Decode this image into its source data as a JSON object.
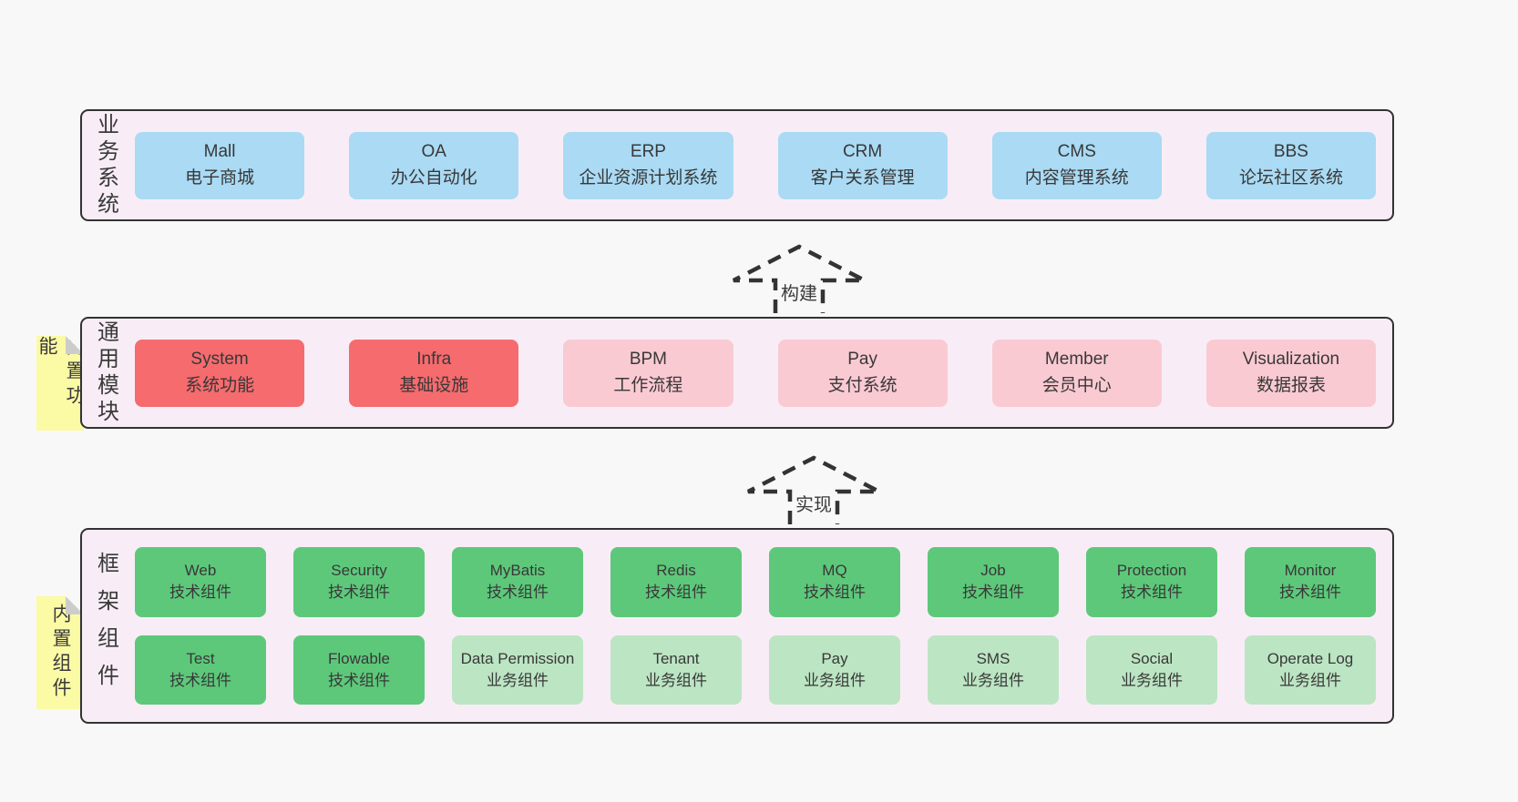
{
  "page": {
    "background": "#f8f8f8"
  },
  "colors": {
    "panel_bg": "#f8edf6",
    "panel_border": "#323232",
    "blue": "#aadaf4",
    "red": "#f56b6e",
    "pink": "#facad3",
    "green": "#5dc87a",
    "light_green": "#bce5c3",
    "note_yellow": "#fbfaa5",
    "fold_gray": "#cccccc",
    "text": "#3a3a3a"
  },
  "arrows": [
    {
      "label": "构建"
    },
    {
      "label": "实现"
    }
  ],
  "layers": [
    {
      "label": "业务系统",
      "boxes": [
        {
          "name": "Mall",
          "desc": "电子商城",
          "variant": "blue"
        },
        {
          "name": "OA",
          "desc": "办公自动化",
          "variant": "blue"
        },
        {
          "name": "ERP",
          "desc": "企业资源计划系统",
          "variant": "blue"
        },
        {
          "name": "CRM",
          "desc": "客户关系管理",
          "variant": "blue"
        },
        {
          "name": "CMS",
          "desc": "内容管理系统",
          "variant": "blue"
        },
        {
          "name": "BBS",
          "desc": "论坛社区系统",
          "variant": "blue"
        }
      ]
    },
    {
      "label": "通用模块",
      "note": "内置功能",
      "boxes": [
        {
          "name": "System",
          "desc": "系统功能",
          "variant": "red"
        },
        {
          "name": "Infra",
          "desc": "基础设施",
          "variant": "red"
        },
        {
          "name": "BPM",
          "desc": "工作流程",
          "variant": "pink"
        },
        {
          "name": "Pay",
          "desc": "支付系统",
          "variant": "pink"
        },
        {
          "name": "Member",
          "desc": "会员中心",
          "variant": "pink"
        },
        {
          "name": "Visualization",
          "desc": "数据报表",
          "variant": "pink"
        }
      ]
    },
    {
      "label": "框架组件",
      "note": "内置组件",
      "rows": [
        [
          {
            "name": "Web",
            "desc": "技术组件",
            "variant": "green"
          },
          {
            "name": "Security",
            "desc": "技术组件",
            "variant": "green"
          },
          {
            "name": "MyBatis",
            "desc": "技术组件",
            "variant": "green"
          },
          {
            "name": "Redis",
            "desc": "技术组件",
            "variant": "green"
          },
          {
            "name": "MQ",
            "desc": "技术组件",
            "variant": "green"
          },
          {
            "name": "Job",
            "desc": "技术组件",
            "variant": "green"
          },
          {
            "name": "Protection",
            "desc": "技术组件",
            "variant": "green"
          },
          {
            "name": "Monitor",
            "desc": "技术组件",
            "variant": "green"
          }
        ],
        [
          {
            "name": "Test",
            "desc": "技术组件",
            "variant": "green"
          },
          {
            "name": "Flowable",
            "desc": "技术组件",
            "variant": "green"
          },
          {
            "name": "Data Permission",
            "desc": "业务组件",
            "variant": "light_green"
          },
          {
            "name": "Tenant",
            "desc": "业务组件",
            "variant": "light_green"
          },
          {
            "name": "Pay",
            "desc": "业务组件",
            "variant": "light_green"
          },
          {
            "name": "SMS",
            "desc": "业务组件",
            "variant": "light_green"
          },
          {
            "name": "Social",
            "desc": "业务组件",
            "variant": "light_green"
          },
          {
            "name": "Operate Log",
            "desc": "业务组件",
            "variant": "light_green"
          }
        ]
      ]
    }
  ]
}
